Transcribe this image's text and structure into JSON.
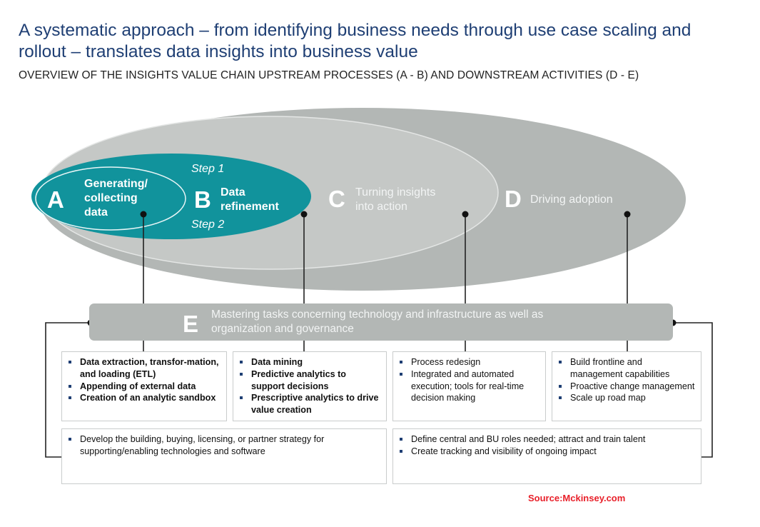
{
  "header": {
    "title": "A systematic approach – from identifying business needs through use case scaling and rollout – translates data insights into business value",
    "subtitle": "OVERVIEW OF THE INSIGHTS VALUE CHAIN UPSTREAM PROCESSES (A - B) AND DOWNSTREAM ACTIVITIES (D - E)"
  },
  "colors": {
    "teal": "#11939c",
    "grey_outer": "#b3b7b5",
    "grey_mid": "#c5c8c6",
    "navy": "#1f3f74",
    "source_red": "#e8202a"
  },
  "stages": {
    "a": {
      "letter": "A",
      "label": "Generating/ collecting data"
    },
    "b": {
      "letter": "B",
      "label": "Data refinement",
      "step1": "Step 1",
      "step2": "Step 2"
    },
    "c": {
      "letter": "C",
      "label": "Turning insights into action"
    },
    "d": {
      "letter": "D",
      "label": "Driving adoption"
    },
    "e": {
      "letter": "E",
      "label": "Mastering tasks concerning technology and infrastructure as well as organization and governance"
    }
  },
  "boxes": [
    {
      "items": [
        "Data extraction, transfor-mation, and loading (ETL)",
        "Appending of external data",
        "Creation of an analytic sandbox"
      ]
    },
    {
      "items": [
        "Data mining",
        "Predictive analytics to support decisions",
        "Prescriptive analytics to drive value creation"
      ]
    },
    {
      "items": [
        "Process redesign",
        "Integrated and automated execution; tools for real-time decision making"
      ]
    },
    {
      "items": [
        "Build frontline and management capabilities",
        "Proactive change management",
        "Scale up road map"
      ]
    }
  ],
  "bottom_boxes": [
    {
      "items": [
        "Develop the building, buying, licensing, or partner strategy for supporting/enabling technologies and software"
      ]
    },
    {
      "items": [
        "Define central and BU roles needed; attract and train talent",
        "Create tracking and visibility of ongoing impact"
      ]
    }
  ],
  "source": "Source:Mckinsey.com"
}
